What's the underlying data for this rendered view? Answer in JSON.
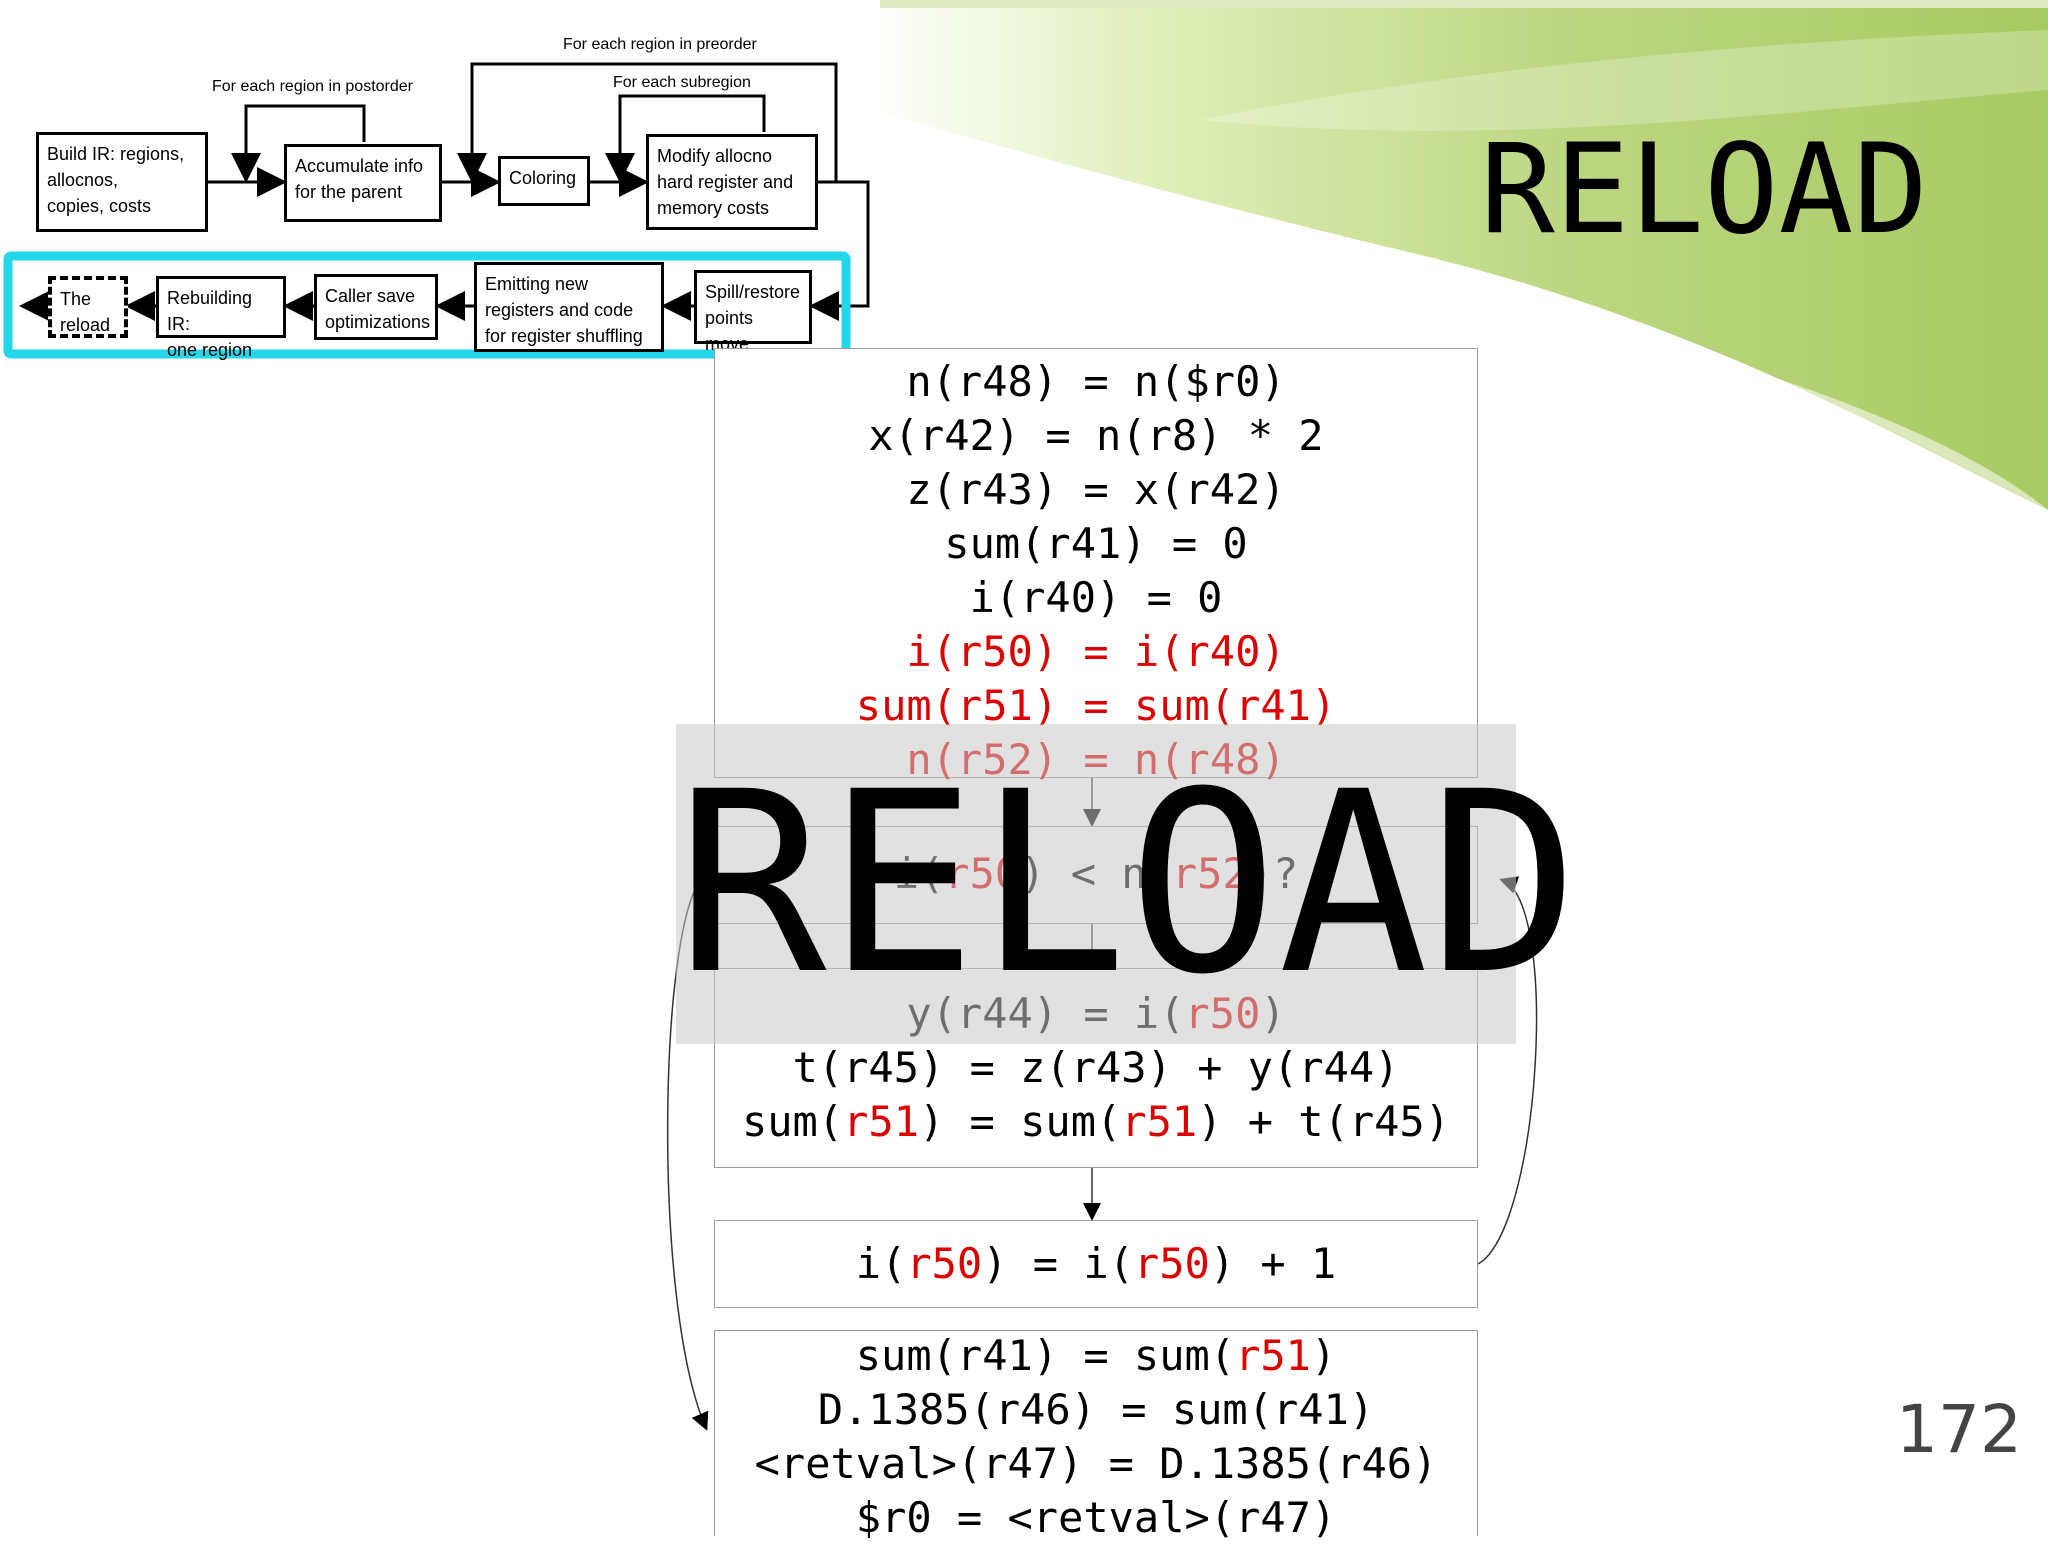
{
  "slide": {
    "title": "RELOAD",
    "page_number": "172",
    "overlay_text": "RELOAD",
    "colors": {
      "highlight_frame": "#22d8e8",
      "register_red": "#dd0000",
      "background_green": "#b8d47a"
    }
  },
  "flow": {
    "labels": {
      "postorder": "For each region in postorder",
      "preorder": "For each region in preorder",
      "subregion": "For each subregion"
    },
    "boxes": [
      {
        "id": "build-ir",
        "text": "Build IR: regions,\nallocnos,\ncopies, costs"
      },
      {
        "id": "accumulate",
        "text": "Accumulate info\nfor the parent"
      },
      {
        "id": "coloring",
        "text": "Coloring"
      },
      {
        "id": "modify",
        "text": "Modify allocno\nhard register and\nmemory costs"
      },
      {
        "id": "spill",
        "text": "Spill/restore\npoints move"
      },
      {
        "id": "emitting",
        "text": "Emitting new\nregisters and code\nfor register shuffling"
      },
      {
        "id": "caller-save",
        "text": "Caller save\noptimizations"
      },
      {
        "id": "rebuild",
        "text": "Rebuilding IR:\none region"
      },
      {
        "id": "reload",
        "text": "The\nreload"
      }
    ]
  },
  "cfg": {
    "block1": [
      [
        {
          "t": "n(r48) = n($r0)"
        }
      ],
      [
        {
          "t": "x(r42) = n(r8) * 2"
        }
      ],
      [
        {
          "t": "z(r43) = x(r42)"
        }
      ],
      [
        {
          "t": "sum(r41) = 0"
        }
      ],
      [
        {
          "t": "i(r40) = 0"
        }
      ],
      [
        {
          "t": "i(r50) = i(r40)",
          "red": true
        }
      ],
      [
        {
          "t": "sum(r51) = sum(r41)",
          "red": true
        }
      ],
      [
        {
          "t": "n(r52) = n(r48)",
          "red": true
        }
      ]
    ],
    "block2": [
      [
        {
          "t": "i("
        },
        {
          "t": "r50",
          "red": true
        },
        {
          "t": ") < n("
        },
        {
          "t": "r52",
          "red": true
        },
        {
          "t": ")?"
        }
      ]
    ],
    "block3": [
      [
        {
          "t": "y(r44) = i("
        },
        {
          "t": "r50",
          "red": true
        },
        {
          "t": ")"
        }
      ],
      [
        {
          "t": "t(r45) = z(r43) + y(r44)"
        }
      ],
      [
        {
          "t": "sum("
        },
        {
          "t": "r51",
          "red": true
        },
        {
          "t": ") = sum("
        },
        {
          "t": "r51",
          "red": true
        },
        {
          "t": ") + t(r45)"
        }
      ]
    ],
    "block4": [
      [
        {
          "t": "i("
        },
        {
          "t": "r50",
          "red": true
        },
        {
          "t": ") = i("
        },
        {
          "t": "r50",
          "red": true
        },
        {
          "t": ") + 1"
        }
      ]
    ],
    "block5": [
      [
        {
          "t": "sum(r41) = sum("
        },
        {
          "t": "r51",
          "red": true
        },
        {
          "t": ")"
        }
      ],
      [
        {
          "t": "D.1385(r46) = sum(r41)"
        }
      ],
      [
        {
          "t": "<retval>(r47) = D.1385(r46)"
        }
      ],
      [
        {
          "t": "$r0 = <retval>(r47)"
        }
      ]
    ]
  }
}
